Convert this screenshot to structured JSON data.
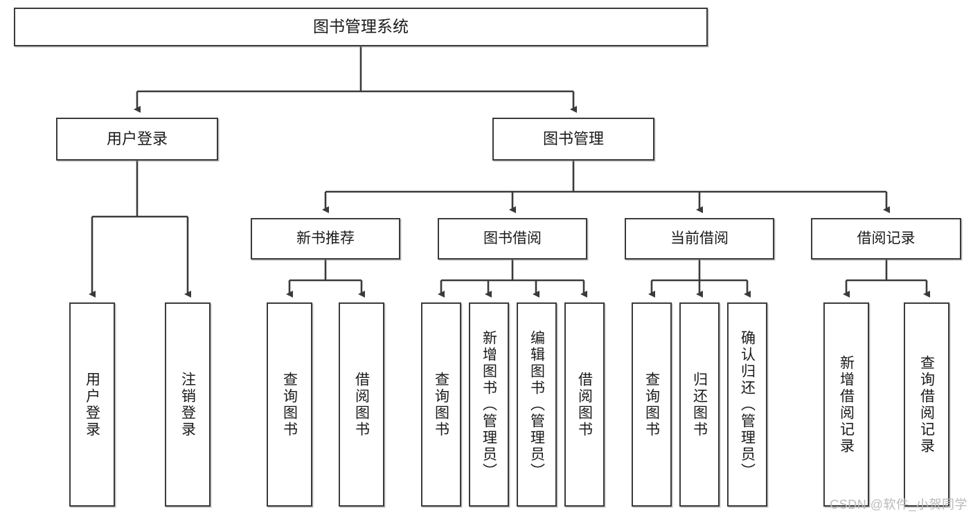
{
  "diagram": {
    "title": "图书管理系统",
    "watermark": "CSDN @软件_小贺同学",
    "line_color": "#3a3a3a",
    "box_fill": "#ffffff",
    "text_color": "#1a1a1a",
    "root": {
      "label": "图书管理系统"
    },
    "level2": [
      {
        "label": "用户登录"
      },
      {
        "label": "图书管理"
      }
    ],
    "level3": [
      {
        "label": "新书推荐"
      },
      {
        "label": "图书借阅"
      },
      {
        "label": "当前借阅"
      },
      {
        "label": "借阅记录"
      }
    ],
    "leaves": {
      "user_login": [
        {
          "label": "用户登录"
        },
        {
          "label": "注销登录"
        }
      ],
      "new_book_recommend": [
        {
          "label": "查询图书"
        },
        {
          "label": "借阅图书"
        }
      ],
      "book_borrow": [
        {
          "label": "查询图书"
        },
        {
          "label": "新增图书（管理员）"
        },
        {
          "label": "编辑图书（管理员）"
        },
        {
          "label": "借阅图书"
        }
      ],
      "current_borrow": [
        {
          "label": "查询图书"
        },
        {
          "label": "归还图书"
        },
        {
          "label": "确认归还（管理员）"
        }
      ],
      "borrow_record": [
        {
          "label": "新增借阅记录"
        },
        {
          "label": "查询借阅记录"
        }
      ]
    }
  }
}
